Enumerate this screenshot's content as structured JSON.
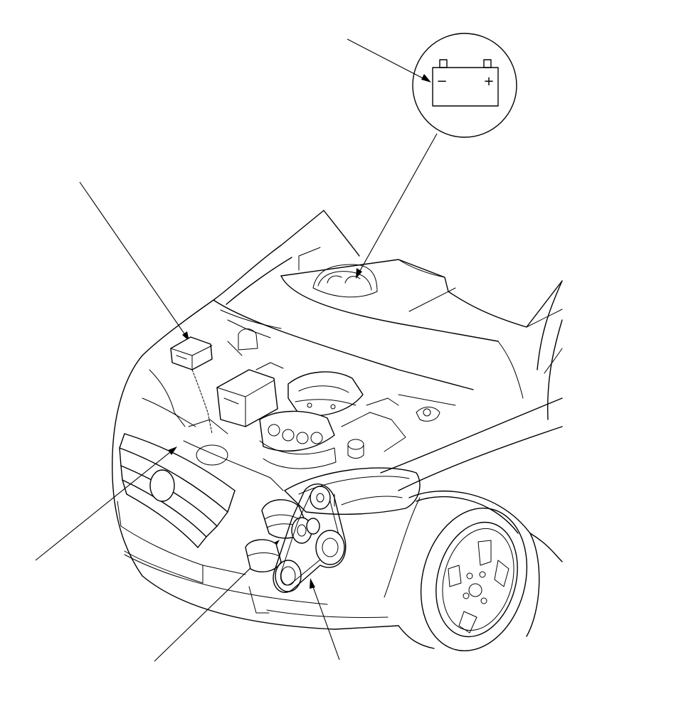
{
  "diagram": {
    "callouts": [
      {
        "id": "battery",
        "target": "battery-inset"
      },
      {
        "id": "fuse-box",
        "target": "under-hood-fuse-relay-box"
      },
      {
        "id": "front-grille-area",
        "target": "front-grille"
      },
      {
        "id": "alternator",
        "target": "alternator"
      },
      {
        "id": "drive-belt",
        "target": "drive-belt"
      }
    ],
    "battery_inset": {
      "negative_terminal": "−",
      "positive_terminal": "+"
    },
    "colors": {
      "line": "#000000",
      "background": "#ffffff"
    }
  }
}
